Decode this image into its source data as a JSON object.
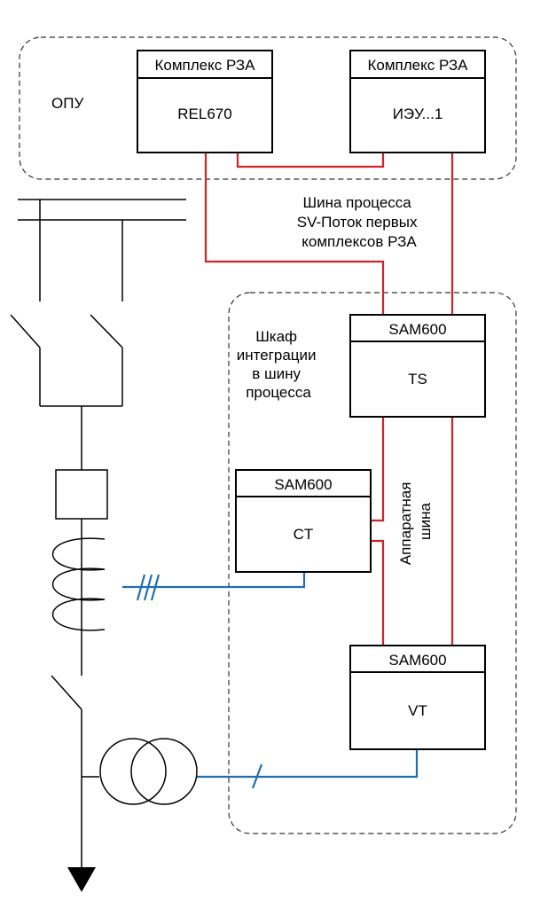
{
  "zones": {
    "opu_label": "ОПУ",
    "cabinet_label_lines": [
      "Шкаф",
      "интеграции",
      "в шину",
      "процесса"
    ]
  },
  "devices": {
    "rel670": {
      "header": "Комплекс РЗА",
      "name": "REL670"
    },
    "ieu": {
      "header": "Комплекс РЗА",
      "name": "ИЭУ...1"
    },
    "ts": {
      "header": "SAM600",
      "name": "TS"
    },
    "ct": {
      "header": "SAM600",
      "name": "CT"
    },
    "vt": {
      "header": "SAM600",
      "name": "VT"
    }
  },
  "buses": {
    "process_bus_lines": [
      "Шина процесса",
      "SV-Поток первых",
      "комплексов РЗА"
    ],
    "hardware_bus_lines": [
      "Аппаратная",
      "шина"
    ]
  },
  "colors": {
    "process_bus": "#d0232a",
    "analog_link": "#1f6fb0"
  }
}
